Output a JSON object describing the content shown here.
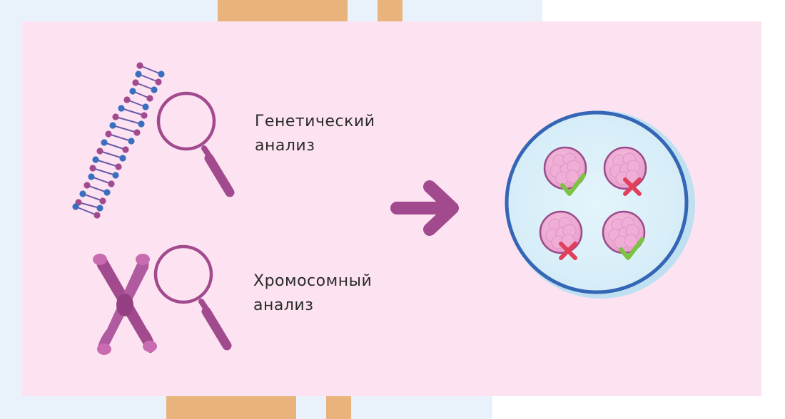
{
  "labels": {
    "genetic_line1": "Генетический",
    "genetic_line2": "анализ",
    "chromosomal_line1": "Хромосомный",
    "chromosomal_line2": "анализ"
  },
  "icons": {
    "dna": "dna-helix-icon",
    "magnifier": "magnifying-glass-icon",
    "chromosome": "chromosome-icon",
    "arrow": "arrow-right-icon",
    "dish": "petri-dish-icon",
    "embryo": "embryo-icon",
    "check": "checkmark-icon",
    "cross": "cross-icon"
  },
  "embryos": [
    {
      "status": "pass"
    },
    {
      "status": "fail"
    },
    {
      "status": "fail"
    },
    {
      "status": "pass"
    }
  ],
  "colors": {
    "card_background": "#fde3f1",
    "purple": "#a24a8e",
    "dna_blue": "#3a6fc0",
    "dish_border": "#3566b6",
    "check_green": "#7cc243",
    "cross_red": "#e0405a",
    "tab_orange": "#e8b47c"
  }
}
